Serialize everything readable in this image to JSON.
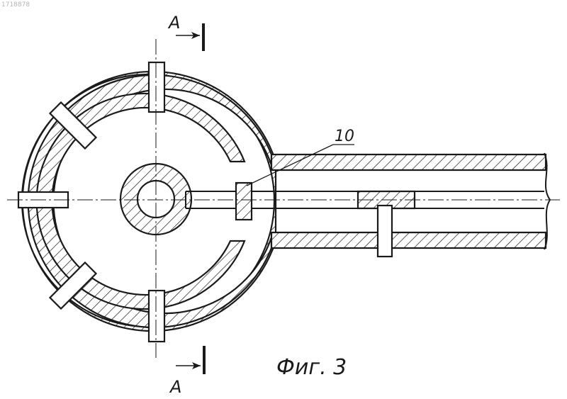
{
  "figure": {
    "caption": "Фиг. 3",
    "part_number": "10",
    "section_top_letter": "A",
    "section_bottom_letter": "A",
    "corner_mark": "1718878"
  }
}
